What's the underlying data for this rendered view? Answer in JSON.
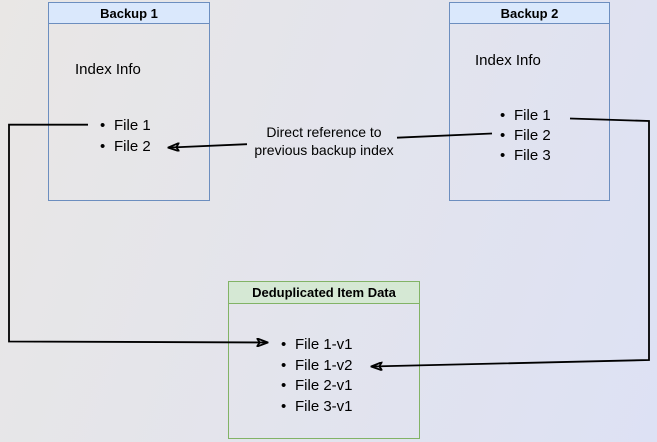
{
  "backup1": {
    "title": "Backup 1",
    "subtitle": "Index Info",
    "items": [
      "File 1",
      "File 2"
    ]
  },
  "backup2": {
    "title": "Backup 2",
    "subtitle": "Index Info",
    "items": [
      "File 1",
      "File 2",
      "File 3"
    ]
  },
  "dedup": {
    "title": "Deduplicated Item Data",
    "items": [
      "File 1-v1",
      "File 1-v2",
      "File 2-v1",
      "File 3-v1"
    ]
  },
  "annotation": {
    "line1": "Direct reference to",
    "line2": "previous backup index"
  },
  "colors": {
    "background_from": "#e9e7e5",
    "background_to": "#dde1f4",
    "blue_fill": "#dae8fc",
    "blue_border": "#6c8ebf",
    "green_fill": "#d5e8d4",
    "green_border": "#82b366",
    "line": "#000000"
  }
}
